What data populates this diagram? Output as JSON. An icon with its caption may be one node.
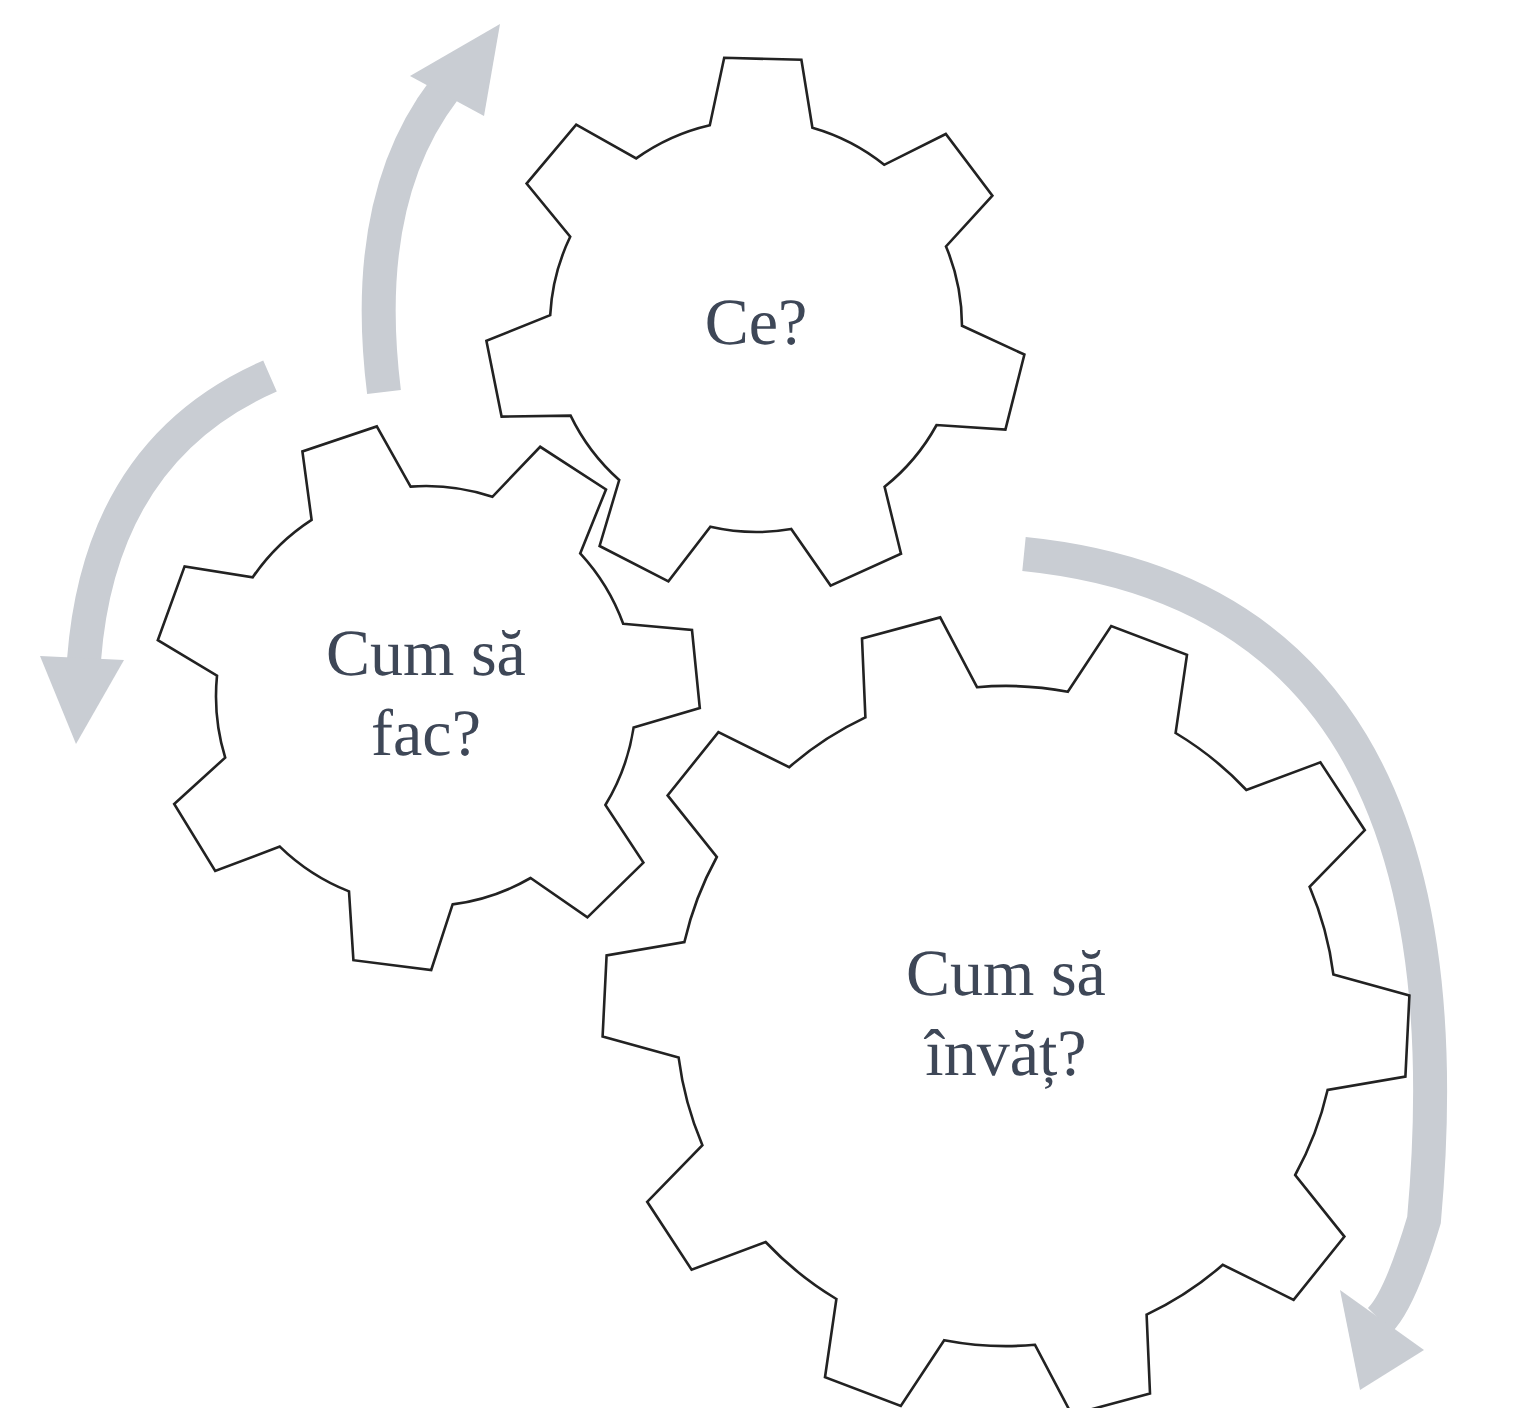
{
  "diagram": {
    "nodes": [
      {
        "text": [
          "Ce?"
        ]
      },
      {
        "text": [
          "Cum să fac?"
        ]
      },
      {
        "text": [
          "Cum să învăț?"
        ]
      }
    ]
  }
}
